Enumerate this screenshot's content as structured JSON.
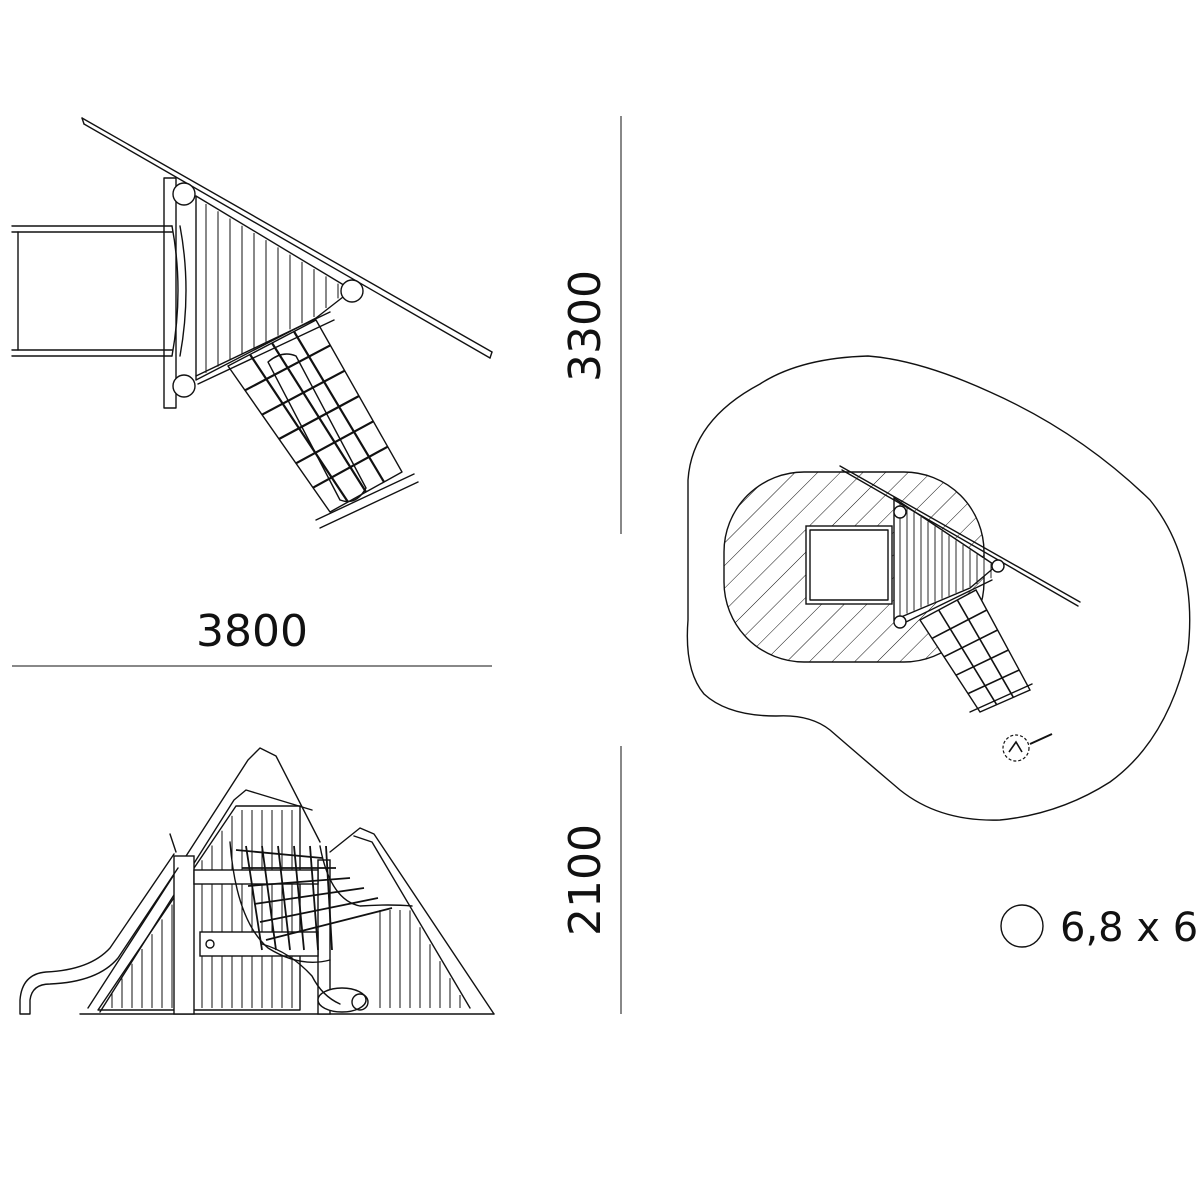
{
  "dimensions": {
    "width": "3800",
    "depth": "3300",
    "height": "2100"
  },
  "legend": {
    "area": "6,8 x 6"
  }
}
